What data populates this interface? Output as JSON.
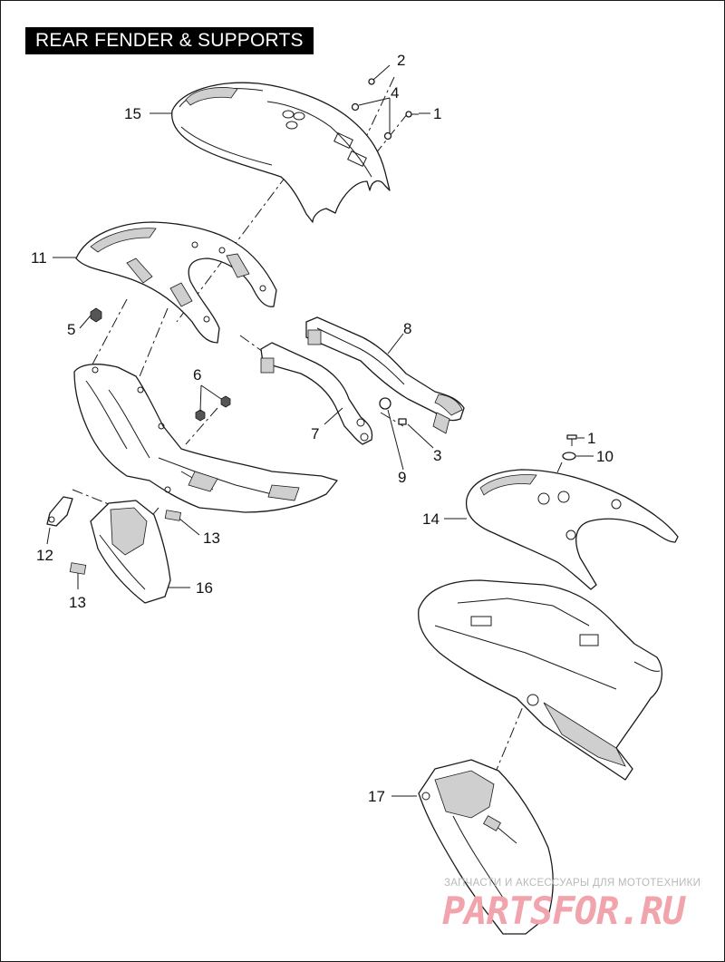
{
  "title": "REAR FENDER & SUPPORTS",
  "callouts": [
    "1",
    "2",
    "3",
    "4",
    "5",
    "6",
    "7",
    "8",
    "9",
    "10",
    "11",
    "12",
    "13",
    "14",
    "15",
    "16",
    "17"
  ],
  "callout_labels": {
    "c1a": "1",
    "c2": "2",
    "c4": "4",
    "c15": "15",
    "c11": "11",
    "c5": "5",
    "c8": "8",
    "c6": "6",
    "c7": "7",
    "c3": "3",
    "c9": "9",
    "c1b": "1",
    "c10": "10",
    "c14": "14",
    "c12": "12",
    "c13a": "13",
    "c13b": "13",
    "c16": "16",
    "c17": "17"
  },
  "watermark": {
    "subtitle": "ЗАПЧАСТИ И АКСЕССУАРЫ ДЛЯ МОТОТЕХНИКИ",
    "brand": "PARTSFOR.RU"
  },
  "colors": {
    "line": "#1a1a1a",
    "title_bg": "#000000",
    "title_fg": "#ffffff",
    "watermark_brand": "#f2a4ac",
    "watermark_sub": "#b9b9b9"
  }
}
